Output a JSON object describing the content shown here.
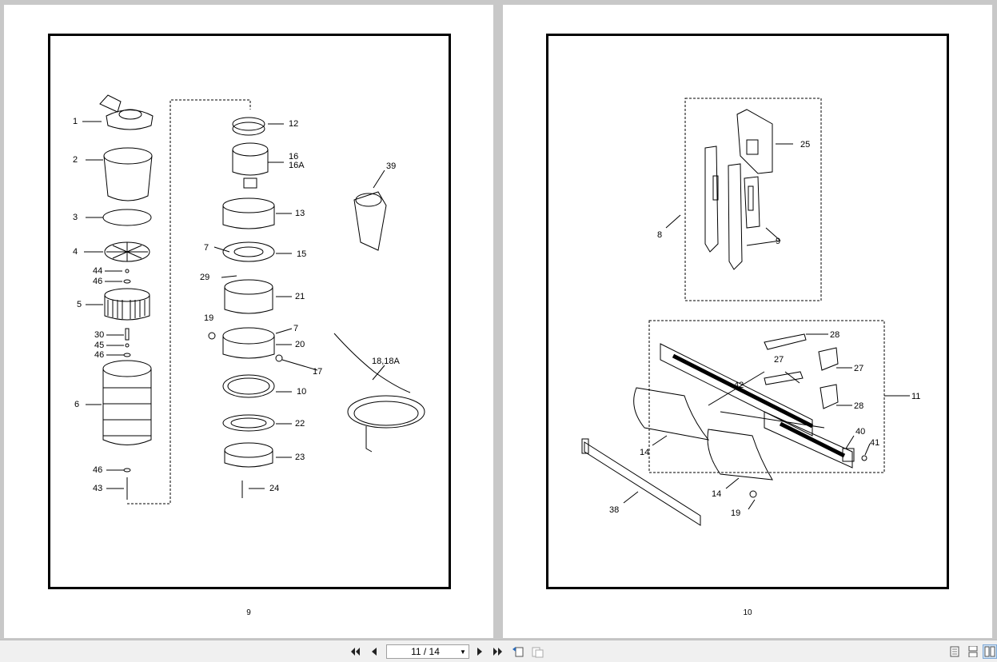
{
  "pages": [
    {
      "page_number": "9",
      "labels": [
        "1",
        "2",
        "3",
        "4",
        "44",
        "46",
        "5",
        "30",
        "45",
        "46",
        "6",
        "46",
        "43",
        "12",
        "16",
        "16A",
        "13",
        "7",
        "15",
        "29",
        "21",
        "19",
        "7",
        "20",
        "17",
        "10",
        "22",
        "23",
        "24",
        "39",
        "18,18A"
      ]
    },
    {
      "page_number": "10",
      "labels": [
        "25",
        "8",
        "9",
        "28",
        "27",
        "27",
        "42",
        "11",
        "28",
        "40",
        "41",
        "14",
        "14",
        "19",
        "38"
      ]
    }
  ],
  "toolbar": {
    "page_indicator": "11 / 14",
    "icons": {
      "first": "first-page-icon",
      "prev": "previous-page-icon",
      "next": "next-page-icon",
      "last": "last-page-icon",
      "back": "previous-view-icon",
      "forward": "next-view-icon",
      "single": "single-page-view-icon",
      "continuous": "continuous-view-icon",
      "facing": "facing-pages-view-icon"
    }
  }
}
